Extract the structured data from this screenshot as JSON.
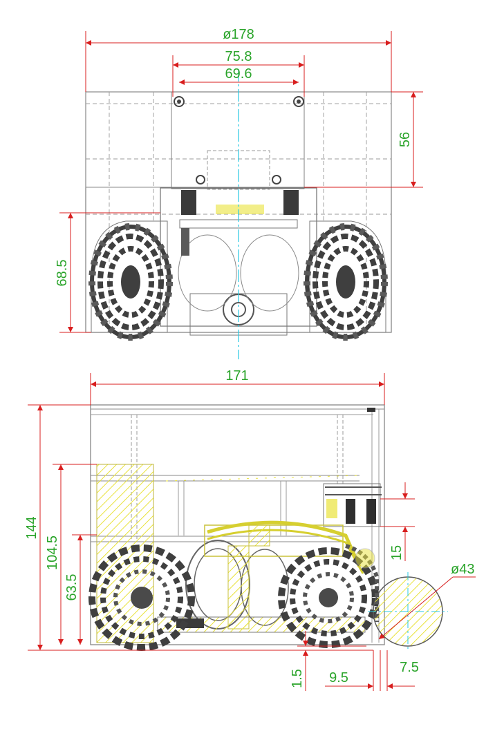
{
  "colors": {
    "dimension": "#d81e1e",
    "dimension_text": "#2aa42a",
    "outline": "#7d7d7d",
    "wheel": "#3f3f3f",
    "hatch": "#e9e23a",
    "centerline": "#27c9e3"
  },
  "top_view": {
    "width_total": "ø178",
    "outer_span": "75.8",
    "inner_span": "69.6",
    "top_height": "56",
    "wheel_height": "68.5"
  },
  "side_view": {
    "length_total": "171",
    "height_total": "144",
    "height_mid": "104.5",
    "height_low": "63.5",
    "ball_diameter": "ø43",
    "bracket_height": "15",
    "ground_gap": "1.5",
    "offset_left": "9.5",
    "offset_right": "7.5"
  }
}
